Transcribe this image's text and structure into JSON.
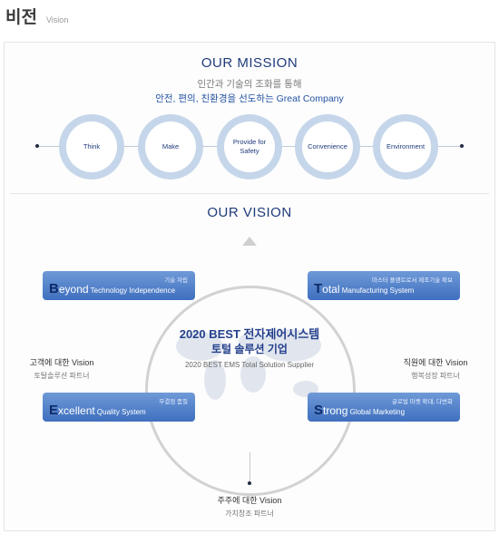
{
  "page": {
    "title": "비전",
    "subtitle": "Vision"
  },
  "mission": {
    "heading": "OUR MISSION",
    "line1": "인간과 기술의 조화를 통해",
    "line2": "안전, 편의, 친환경을 선도하는 Great Company",
    "items": [
      {
        "label": "Think"
      },
      {
        "label": "Make"
      },
      {
        "label": "Provide for Safety"
      },
      {
        "label": "Convenience"
      },
      {
        "label": "Environment"
      }
    ]
  },
  "vision": {
    "heading": "OUR VISION",
    "slogan_line1": "2020 BEST 전자제어시스템",
    "slogan_line2": "토털 솔루션 기업",
    "slogan_en": "2020 BEST EMS Total Solution Supplier",
    "boxes": [
      {
        "small": "기술 자립",
        "cap": "B",
        "word": "eyond",
        "rest": " Technology Independence"
      },
      {
        "small": "마스터 플랜트로서 제조기술 확보",
        "cap": "T",
        "word": "otal",
        "rest": " Manufacturing System"
      },
      {
        "small": "무결점 품질",
        "cap": "E",
        "word": "xcellent",
        "rest": " Quality System"
      },
      {
        "small": "글로벌 마켓 확대, 다변화",
        "cap": "S",
        "word": "trong",
        "rest": " Global Marketing"
      }
    ],
    "stakeholders": {
      "customer": {
        "label": "고객에 대한 Vision",
        "sub": "토탈솔루션 파트너"
      },
      "employee": {
        "label": "직원에 대한 Vision",
        "sub": "행복성장 파트너"
      },
      "shareholder": {
        "label": "주주에 대한 Vision",
        "sub": "가치창조 파트너"
      }
    }
  },
  "colors": {
    "brand_navy": "#1e3a7a",
    "ring": "#c6d6ea",
    "box_gradient_top": "#6f9ad7",
    "box_gradient_bottom": "#3f6fbf"
  }
}
